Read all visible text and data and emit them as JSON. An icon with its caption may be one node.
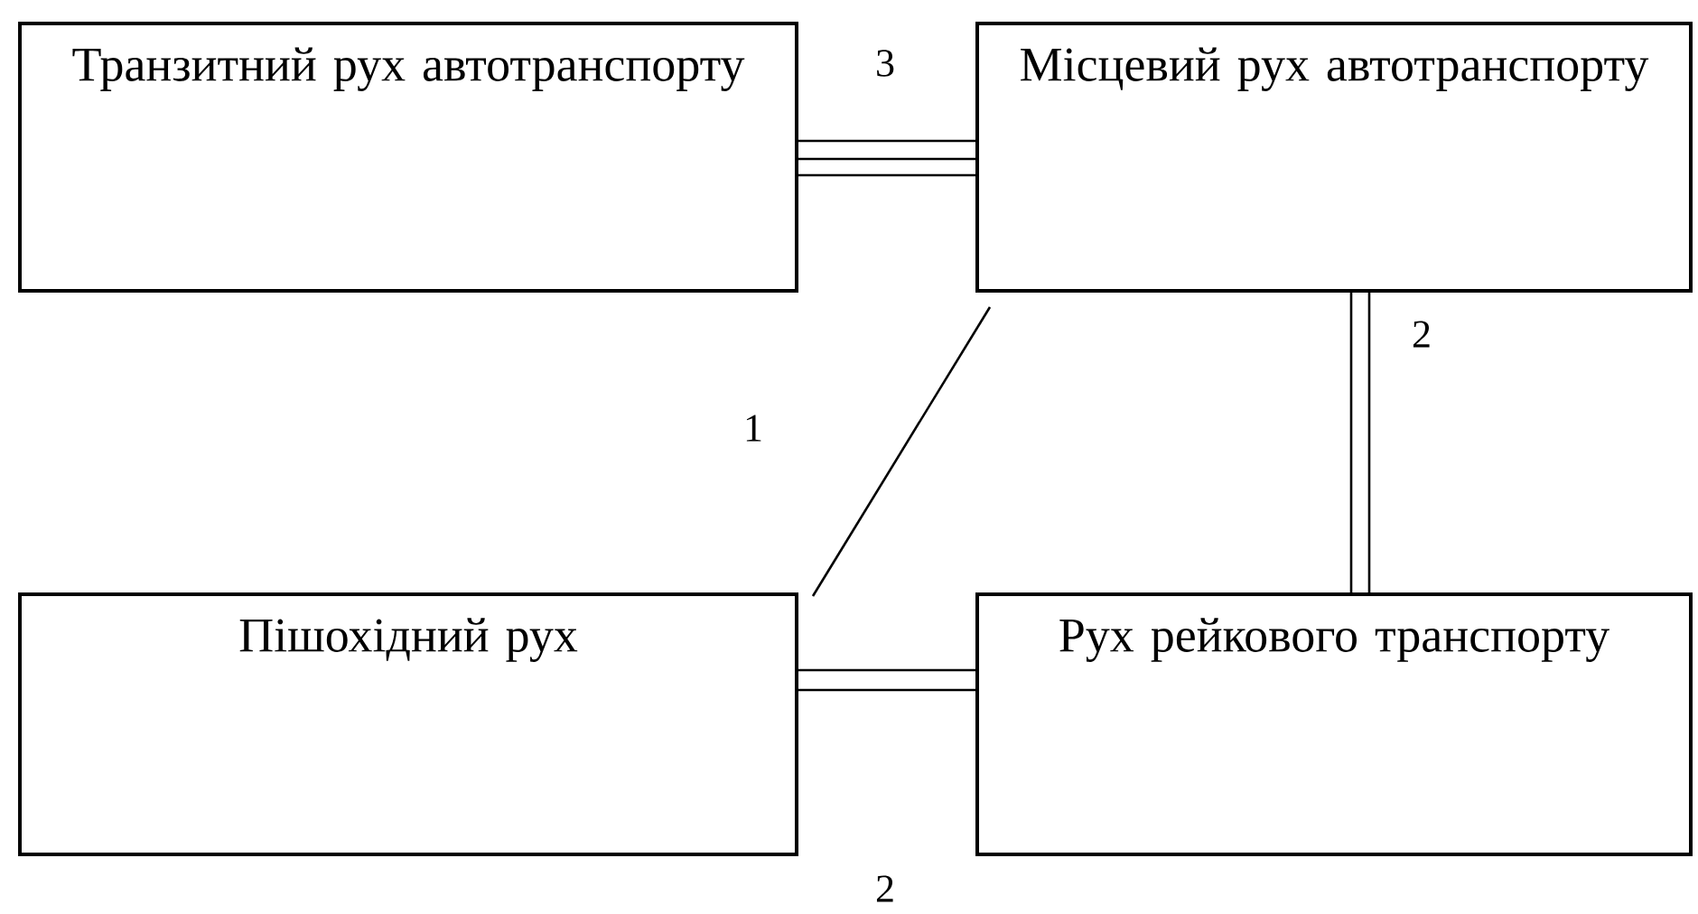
{
  "diagram": {
    "nodes": [
      {
        "text": [
          "Транзитний рух автотранспорту"
        ]
      },
      {
        "text": [
          "Місцевий рух автотранспорту"
        ]
      },
      {
        "text": [
          "Пішохідний рух"
        ]
      },
      {
        "text": [
          "Рух рейкового транспорту"
        ]
      }
    ],
    "edges": [
      {
        "from": 0,
        "to": 1,
        "arrow": "none",
        "label": "3"
      },
      {
        "from": 1,
        "to": 2,
        "arrow": "none",
        "label": "1"
      },
      {
        "from": 1,
        "to": 3,
        "arrow": "none",
        "label": "2"
      },
      {
        "from": 2,
        "to": 3,
        "arrow": "none",
        "label": "2"
      }
    ]
  }
}
